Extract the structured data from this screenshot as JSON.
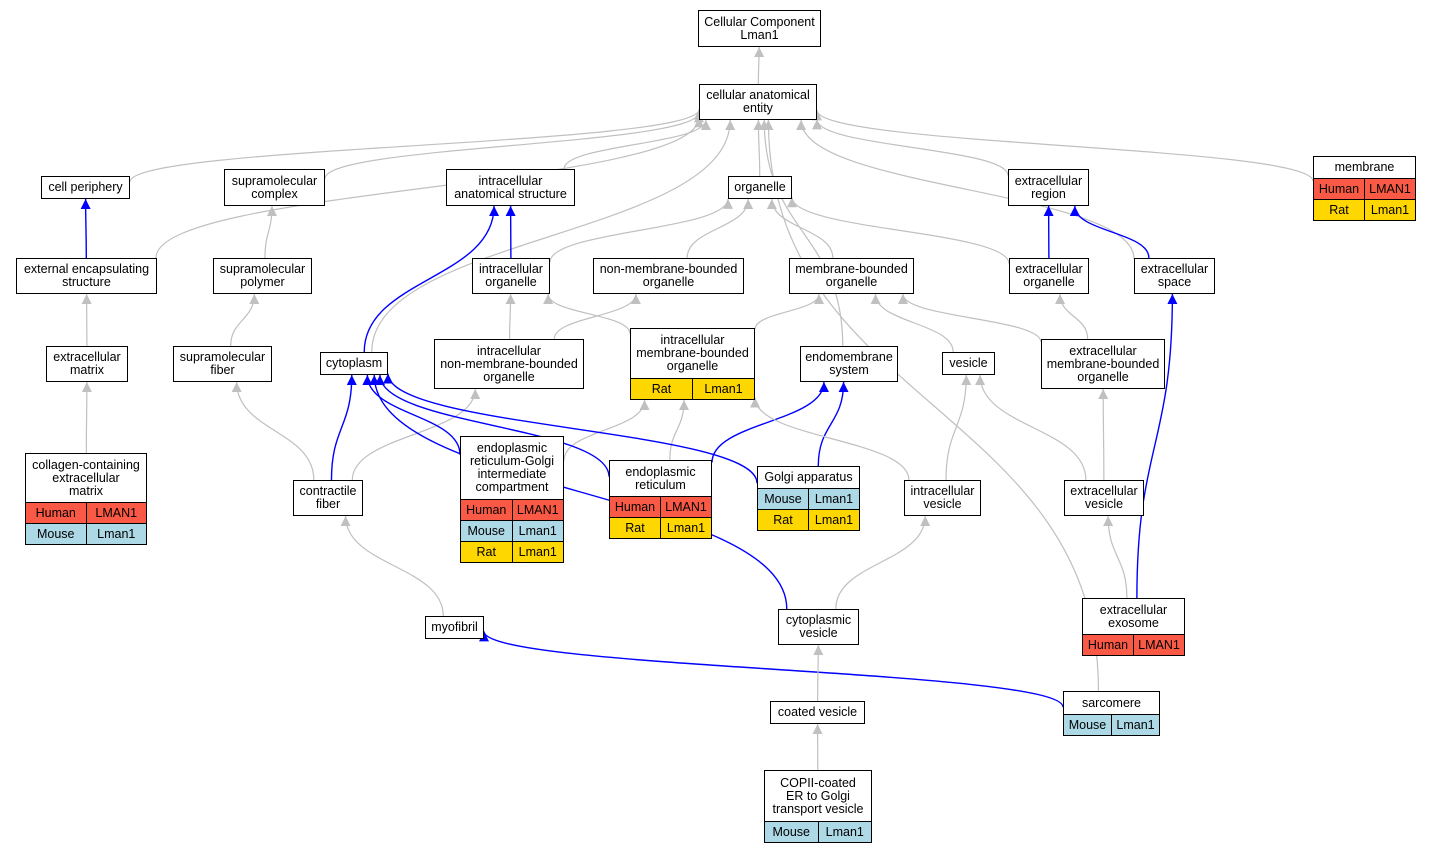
{
  "colors": {
    "is_a_edge": "#c0c0c0",
    "part_of_edge": "#0000ff",
    "Human": "#fa5a45",
    "Mouse": "#add8e6",
    "Rat": "#ffd700"
  },
  "nodes": [
    {
      "id": "cc_root",
      "label": "Cellular Component\nLman1",
      "species": []
    },
    {
      "id": "cae",
      "label": "cellular anatomical\nentity",
      "species": []
    },
    {
      "id": "cell_periphery",
      "label": "cell periphery",
      "species": []
    },
    {
      "id": "supra_complex",
      "label": "supramolecular\ncomplex",
      "species": []
    },
    {
      "id": "ias",
      "label": "intracellular\nanatomical structure",
      "species": []
    },
    {
      "id": "organelle",
      "label": "organelle",
      "species": []
    },
    {
      "id": "ec_region",
      "label": "extracellular\nregion",
      "species": []
    },
    {
      "id": "membrane",
      "label": "membrane",
      "species": [
        [
          "Human",
          "LMAN1"
        ],
        [
          "Rat",
          "Lman1"
        ]
      ]
    },
    {
      "id": "ext_encap",
      "label": "external encapsulating\nstructure",
      "species": []
    },
    {
      "id": "supra_polymer",
      "label": "supramolecular\npolymer",
      "species": []
    },
    {
      "id": "ic_organelle",
      "label": "intracellular\norganelle",
      "species": []
    },
    {
      "id": "nmb_organelle",
      "label": "non-membrane-bounded\norganelle",
      "species": []
    },
    {
      "id": "mb_organelle",
      "label": "membrane-bounded\norganelle",
      "species": []
    },
    {
      "id": "ec_organelle",
      "label": "extracellular\norganelle",
      "species": []
    },
    {
      "id": "ec_space",
      "label": "extracellular\nspace",
      "species": []
    },
    {
      "id": "ec_matrix",
      "label": "extracellular\nmatrix",
      "species": []
    },
    {
      "id": "supra_fiber",
      "label": "supramolecular\nfiber",
      "species": []
    },
    {
      "id": "cytoplasm",
      "label": "cytoplasm",
      "species": []
    },
    {
      "id": "ic_nmb_organelle",
      "label": "intracellular\nnon-membrane-bounded\norganelle",
      "species": []
    },
    {
      "id": "ic_mb_organelle",
      "label": "intracellular\nmembrane-bounded\norganelle",
      "species": [
        [
          "Rat",
          "Lman1"
        ]
      ]
    },
    {
      "id": "endomembrane",
      "label": "endomembrane\nsystem",
      "species": []
    },
    {
      "id": "vesicle",
      "label": "vesicle",
      "species": []
    },
    {
      "id": "ec_mb_organelle",
      "label": "extracellular\nmembrane-bounded\norganelle",
      "species": []
    },
    {
      "id": "collagen_ecm",
      "label": "collagen-containing\nextracellular\nmatrix",
      "species": [
        [
          "Human",
          "LMAN1"
        ],
        [
          "Mouse",
          "Lman1"
        ]
      ]
    },
    {
      "id": "ergic",
      "label": "endoplasmic\nreticulum-Golgi\nintermediate\ncompartment",
      "species": [
        [
          "Human",
          "LMAN1"
        ],
        [
          "Mouse",
          "Lman1"
        ],
        [
          "Rat",
          "Lman1"
        ]
      ]
    },
    {
      "id": "er",
      "label": "endoplasmic\nreticulum",
      "species": [
        [
          "Human",
          "LMAN1"
        ],
        [
          "Rat",
          "Lman1"
        ]
      ]
    },
    {
      "id": "golgi",
      "label": "Golgi apparatus",
      "species": [
        [
          "Mouse",
          "Lman1"
        ],
        [
          "Rat",
          "Lman1"
        ]
      ]
    },
    {
      "id": "contractile_fiber",
      "label": "contractile\nfiber",
      "species": []
    },
    {
      "id": "ic_vesicle",
      "label": "intracellular\nvesicle",
      "species": []
    },
    {
      "id": "ec_vesicle",
      "label": "extracellular\nvesicle",
      "species": []
    },
    {
      "id": "ec_exosome",
      "label": "extracellular\nexosome",
      "species": [
        [
          "Human",
          "LMAN1"
        ]
      ]
    },
    {
      "id": "myofibril",
      "label": "myofibril",
      "species": []
    },
    {
      "id": "cyto_vesicle",
      "label": "cytoplasmic\nvesicle",
      "species": []
    },
    {
      "id": "sarcomere",
      "label": "sarcomere",
      "species": [
        [
          "Mouse",
          "Lman1"
        ]
      ]
    },
    {
      "id": "coated_vesicle",
      "label": "coated vesicle",
      "species": []
    },
    {
      "id": "copii",
      "label": "COPII-coated\nER to Golgi\ntransport vesicle",
      "species": [
        [
          "Mouse",
          "Lman1"
        ]
      ]
    }
  ],
  "edges": [
    {
      "from": "cae",
      "to": "cc_root",
      "type": "is_a"
    },
    {
      "from": "cell_periphery",
      "to": "cae",
      "type": "is_a"
    },
    {
      "from": "supra_complex",
      "to": "cae",
      "type": "is_a"
    },
    {
      "from": "ias",
      "to": "cae",
      "type": "is_a"
    },
    {
      "from": "organelle",
      "to": "cae",
      "type": "is_a"
    },
    {
      "from": "ec_region",
      "to": "cae",
      "type": "is_a"
    },
    {
      "from": "membrane",
      "to": "cae",
      "type": "is_a"
    },
    {
      "from": "ext_encap",
      "to": "cae",
      "type": "is_a"
    },
    {
      "from": "ext_encap",
      "to": "cell_periphery",
      "type": "part_of"
    },
    {
      "from": "ec_space",
      "to": "cae",
      "type": "is_a"
    },
    {
      "from": "cytoplasm",
      "to": "cae",
      "type": "is_a"
    },
    {
      "from": "endomembrane",
      "to": "cae",
      "type": "is_a"
    },
    {
      "from": "sarcomere",
      "to": "cae",
      "type": "is_a"
    },
    {
      "from": "supra_polymer",
      "to": "supra_complex",
      "type": "is_a"
    },
    {
      "from": "ic_organelle",
      "to": "ias",
      "type": "part_of"
    },
    {
      "from": "cytoplasm",
      "to": "ias",
      "type": "part_of"
    },
    {
      "from": "ic_organelle",
      "to": "organelle",
      "type": "is_a"
    },
    {
      "from": "nmb_organelle",
      "to": "organelle",
      "type": "is_a"
    },
    {
      "from": "mb_organelle",
      "to": "organelle",
      "type": "is_a"
    },
    {
      "from": "ec_organelle",
      "to": "organelle",
      "type": "is_a"
    },
    {
      "from": "ec_organelle",
      "to": "ec_region",
      "type": "part_of"
    },
    {
      "from": "ec_space",
      "to": "ec_region",
      "type": "part_of"
    },
    {
      "from": "ec_matrix",
      "to": "ext_encap",
      "type": "is_a"
    },
    {
      "from": "supra_fiber",
      "to": "supra_polymer",
      "type": "is_a"
    },
    {
      "from": "ic_nmb_organelle",
      "to": "ic_organelle",
      "type": "is_a"
    },
    {
      "from": "ic_nmb_organelle",
      "to": "nmb_organelle",
      "type": "is_a"
    },
    {
      "from": "ic_mb_organelle",
      "to": "ic_organelle",
      "type": "is_a"
    },
    {
      "from": "ic_mb_organelle",
      "to": "mb_organelle",
      "type": "is_a"
    },
    {
      "from": "vesicle",
      "to": "mb_organelle",
      "type": "is_a"
    },
    {
      "from": "ec_mb_organelle",
      "to": "mb_organelle",
      "type": "is_a"
    },
    {
      "from": "ec_mb_organelle",
      "to": "ec_organelle",
      "type": "is_a"
    },
    {
      "from": "collagen_ecm",
      "to": "ec_matrix",
      "type": "is_a"
    },
    {
      "from": "contractile_fiber",
      "to": "supra_fiber",
      "type": "is_a"
    },
    {
      "from": "contractile_fiber",
      "to": "ic_nmb_organelle",
      "type": "is_a"
    },
    {
      "from": "contractile_fiber",
      "to": "cytoplasm",
      "type": "part_of"
    },
    {
      "from": "ergic",
      "to": "cytoplasm",
      "type": "part_of"
    },
    {
      "from": "ergic",
      "to": "ic_mb_organelle",
      "type": "is_a"
    },
    {
      "from": "er",
      "to": "ic_mb_organelle",
      "type": "is_a"
    },
    {
      "from": "er",
      "to": "cytoplasm",
      "type": "part_of"
    },
    {
      "from": "er",
      "to": "endomembrane",
      "type": "part_of"
    },
    {
      "from": "golgi",
      "to": "cytoplasm",
      "type": "part_of"
    },
    {
      "from": "golgi",
      "to": "endomembrane",
      "type": "part_of"
    },
    {
      "from": "ic_vesicle",
      "to": "vesicle",
      "type": "is_a"
    },
    {
      "from": "ic_vesicle",
      "to": "ic_mb_organelle",
      "type": "is_a"
    },
    {
      "from": "ec_vesicle",
      "to": "vesicle",
      "type": "is_a"
    },
    {
      "from": "ec_vesicle",
      "to": "ec_mb_organelle",
      "type": "is_a"
    },
    {
      "from": "ec_exosome",
      "to": "ec_vesicle",
      "type": "is_a"
    },
    {
      "from": "ec_exosome",
      "to": "ec_space",
      "type": "part_of"
    },
    {
      "from": "myofibril",
      "to": "contractile_fiber",
      "type": "is_a"
    },
    {
      "from": "cyto_vesicle",
      "to": "ic_vesicle",
      "type": "is_a"
    },
    {
      "from": "cyto_vesicle",
      "to": "cytoplasm",
      "type": "part_of"
    },
    {
      "from": "sarcomere",
      "to": "myofibril",
      "type": "part_of"
    },
    {
      "from": "coated_vesicle",
      "to": "cyto_vesicle",
      "type": "is_a"
    },
    {
      "from": "copii",
      "to": "coated_vesicle",
      "type": "is_a"
    }
  ]
}
